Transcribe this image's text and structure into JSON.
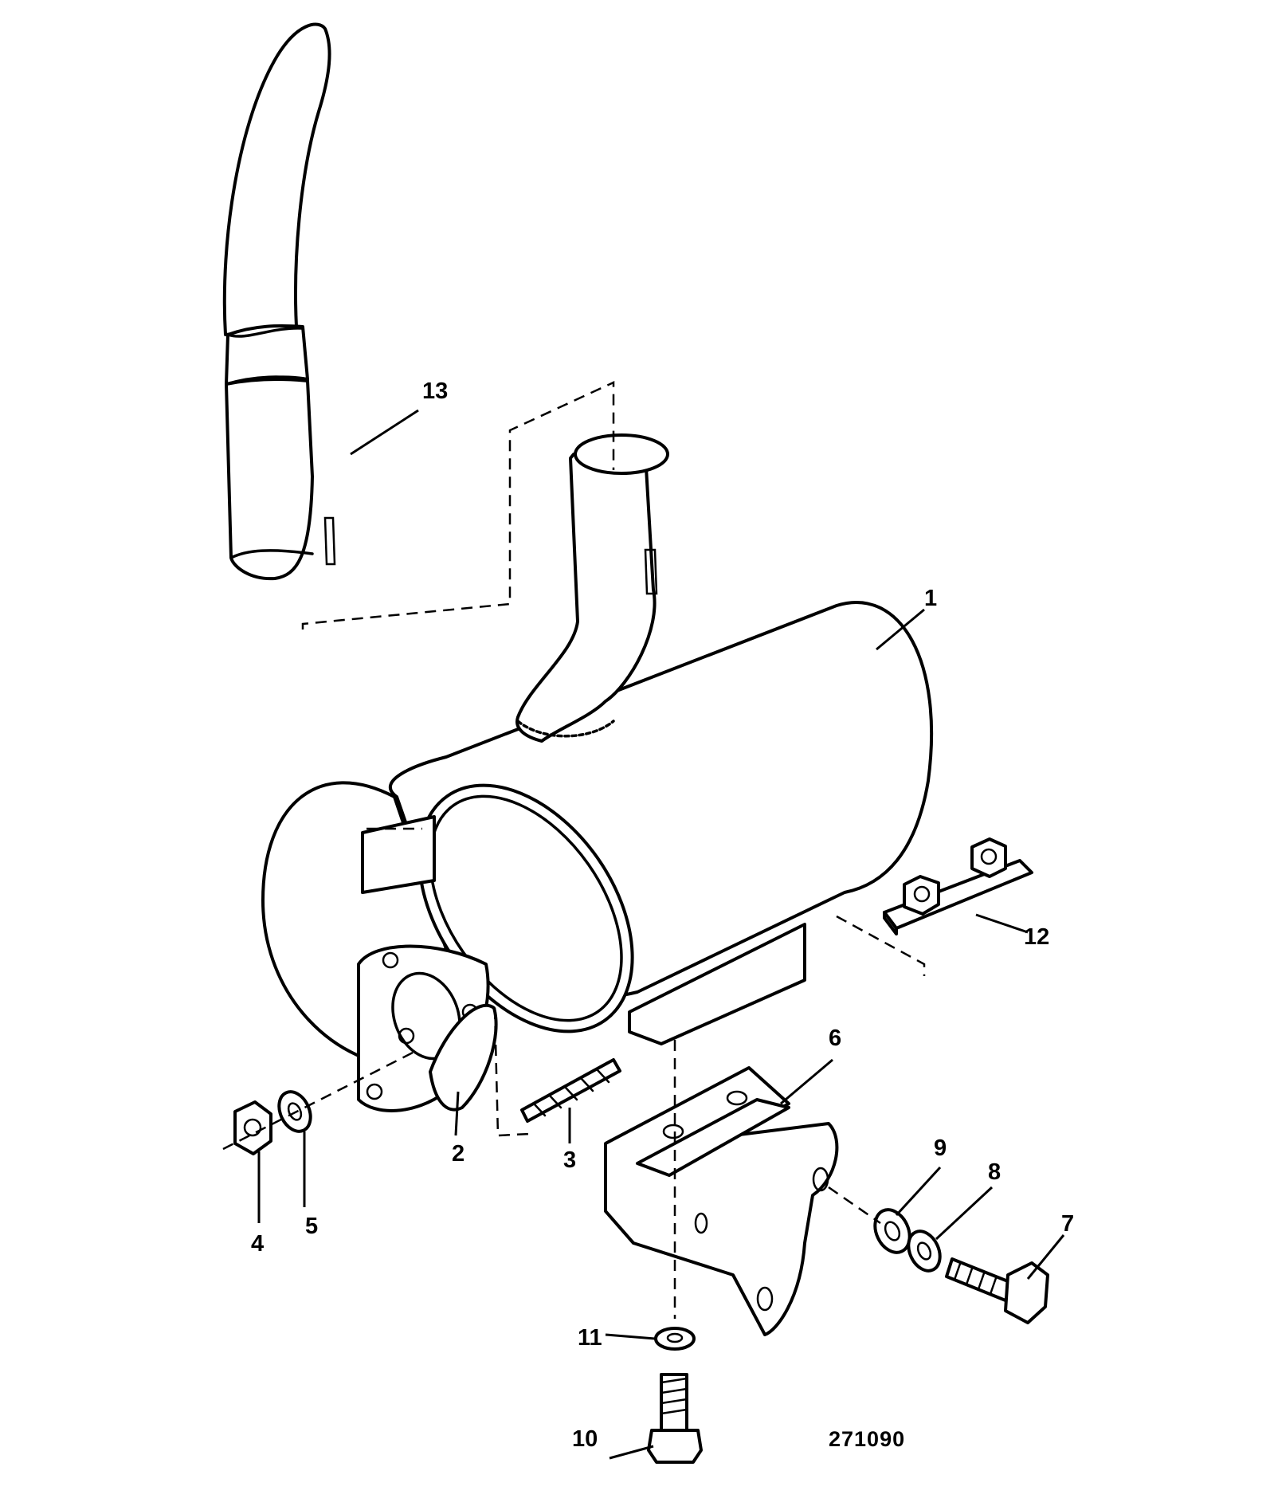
{
  "callouts": {
    "c1": "1",
    "c2": "2",
    "c3": "3",
    "c4": "4",
    "c5": "5",
    "c6": "6",
    "c7": "7",
    "c8": "8",
    "c9": "9",
    "c10": "10",
    "c11": "11",
    "c12": "12",
    "c13": "13"
  },
  "drawing_number": "271090"
}
